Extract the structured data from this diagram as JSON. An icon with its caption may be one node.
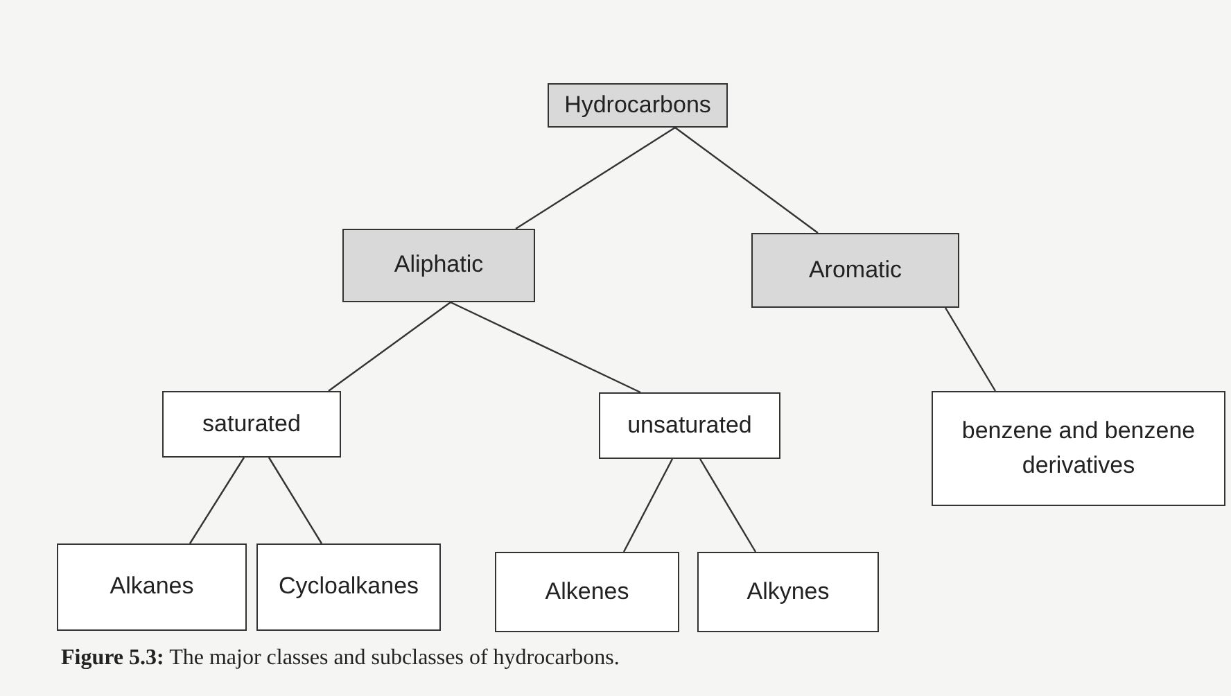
{
  "diagram": {
    "caption": "**Figure 5.3:** The major classes and subclasses of hydrocarbons.",
    "nodes": [
      {
        "text": [
          "Hydrocarbons"
        ]
      },
      {
        "text": [
          "Aliphatic"
        ]
      },
      {
        "text": [
          "Aromatic"
        ]
      },
      {
        "text": [
          "saturated"
        ]
      },
      {
        "text": [
          "unsaturated"
        ]
      },
      {
        "text": [
          "benzene and benzene derivatives"
        ]
      },
      {
        "text": [
          "Alkanes"
        ]
      },
      {
        "text": [
          "Cycloalkanes"
        ]
      },
      {
        "text": [
          "Alkenes"
        ]
      },
      {
        "text": [
          "Alkynes"
        ]
      }
    ],
    "edges": [
      {
        "from": 0,
        "to": 1,
        "arrow": "none"
      },
      {
        "from": 0,
        "to": 2,
        "arrow": "none"
      },
      {
        "from": 1,
        "to": 3,
        "arrow": "none"
      },
      {
        "from": 1,
        "to": 4,
        "arrow": "none"
      },
      {
        "from": 2,
        "to": 5,
        "arrow": "none"
      },
      {
        "from": 3,
        "to": 6,
        "arrow": "none"
      },
      {
        "from": 3,
        "to": 7,
        "arrow": "none"
      },
      {
        "from": 4,
        "to": 8,
        "arrow": "none"
      },
      {
        "from": 4,
        "to": 9,
        "arrow": "none"
      }
    ]
  }
}
